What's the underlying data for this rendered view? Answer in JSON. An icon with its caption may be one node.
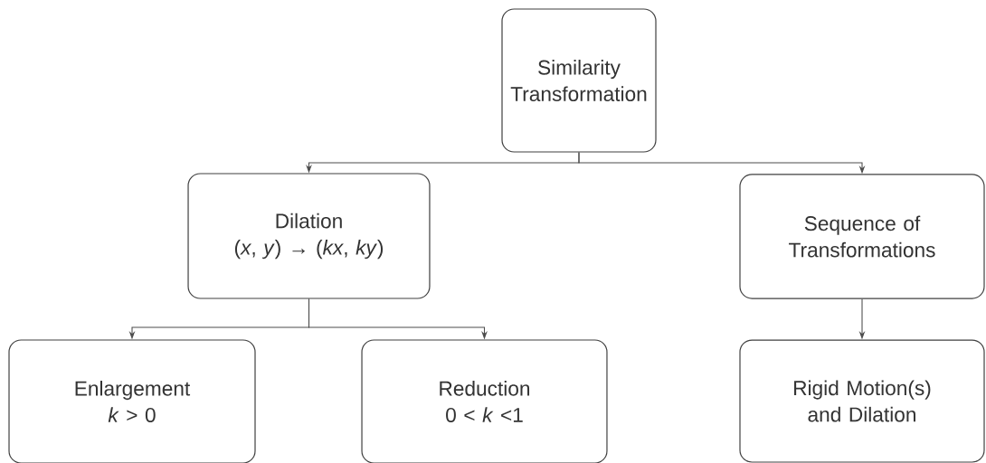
{
  "diagram": {
    "nodes": [
      {
        "text": [
          "Similarity Transformation"
        ]
      },
      {
        "text": [
          "Dilation",
          "(*x*, *y*) → (*kx*, *ky*)"
        ]
      },
      {
        "text": [
          "Sequence of Transformations"
        ]
      },
      {
        "text": [
          "Enlargement",
          "*k* > 0"
        ]
      },
      {
        "text": [
          "Reduction",
          "0 < *k* <1"
        ]
      },
      {
        "text": [
          "Rigid Motion(s) and Dilation"
        ]
      }
    ],
    "edges": [
      {
        "from": 0,
        "to": 1,
        "arrow": "to"
      },
      {
        "from": 0,
        "to": 2,
        "arrow": "to"
      },
      {
        "from": 1,
        "to": 3,
        "arrow": "to"
      },
      {
        "from": 1,
        "to": 4,
        "arrow": "to"
      },
      {
        "from": 2,
        "to": 5,
        "arrow": "to"
      }
    ]
  }
}
